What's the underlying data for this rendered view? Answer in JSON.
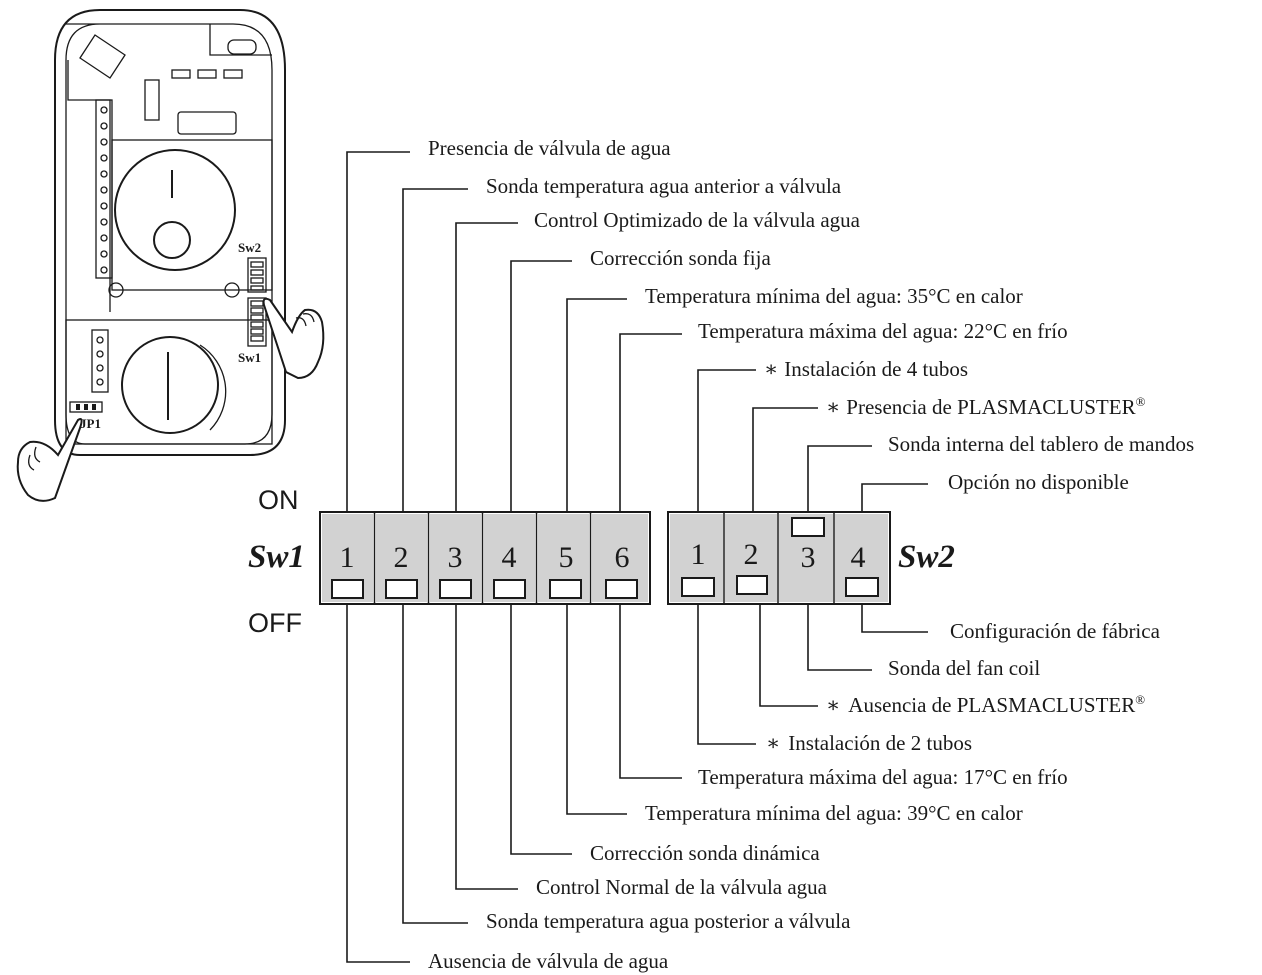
{
  "device": {
    "sw2_label": "Sw2",
    "sw1_label": "Sw1",
    "jp1_label": "JP1"
  },
  "states": {
    "on": "ON",
    "off": "OFF"
  },
  "sw1": {
    "name": "Sw1",
    "switches": [
      {
        "number": "1",
        "position": "off",
        "on_label": "Presencia de válvula de agua",
        "off_label": "Ausencia de válvula de agua"
      },
      {
        "number": "2",
        "position": "off",
        "on_label": "Sonda temperatura agua anterior a válvula",
        "off_label": "Sonda temperatura agua posterior a válvula"
      },
      {
        "number": "3",
        "position": "off",
        "on_label": "Control Optimizado de la válvula agua",
        "off_label": "Control Normal de la válvula agua"
      },
      {
        "number": "4",
        "position": "off",
        "on_label": "Corrección sonda fija",
        "off_label": "Corrección sonda dinámica"
      },
      {
        "number": "5",
        "position": "off",
        "on_label": "Temperatura mínima del agua: 35°C en calor",
        "off_label": "Temperatura mínima del agua: 39°C en calor"
      },
      {
        "number": "6",
        "position": "off",
        "on_label": "Temperatura máxima del agua: 22°C en frío",
        "off_label": "Temperatura máxima del agua: 17°C en frío"
      }
    ]
  },
  "sw2": {
    "name": "Sw2",
    "switches": [
      {
        "number": "1",
        "position": "off",
        "on_label": "Instalación de 4 tubos",
        "off_label": "Instalación de 2 tubos",
        "asterisk": true
      },
      {
        "number": "2",
        "position": "off",
        "on_label": "Presencia de PLASMACLUSTER",
        "off_label": "Ausencia de PLASMACLUSTER",
        "asterisk": true,
        "superscript": "®"
      },
      {
        "number": "3",
        "position": "on",
        "on_label": "Sonda interna del tablero de mandos",
        "off_label": "Sonda del fan coil"
      },
      {
        "number": "4",
        "position": "off",
        "on_label": "Opción no disponible",
        "off_label": "Configuración de fábrica"
      }
    ]
  },
  "asterisk": "∗"
}
